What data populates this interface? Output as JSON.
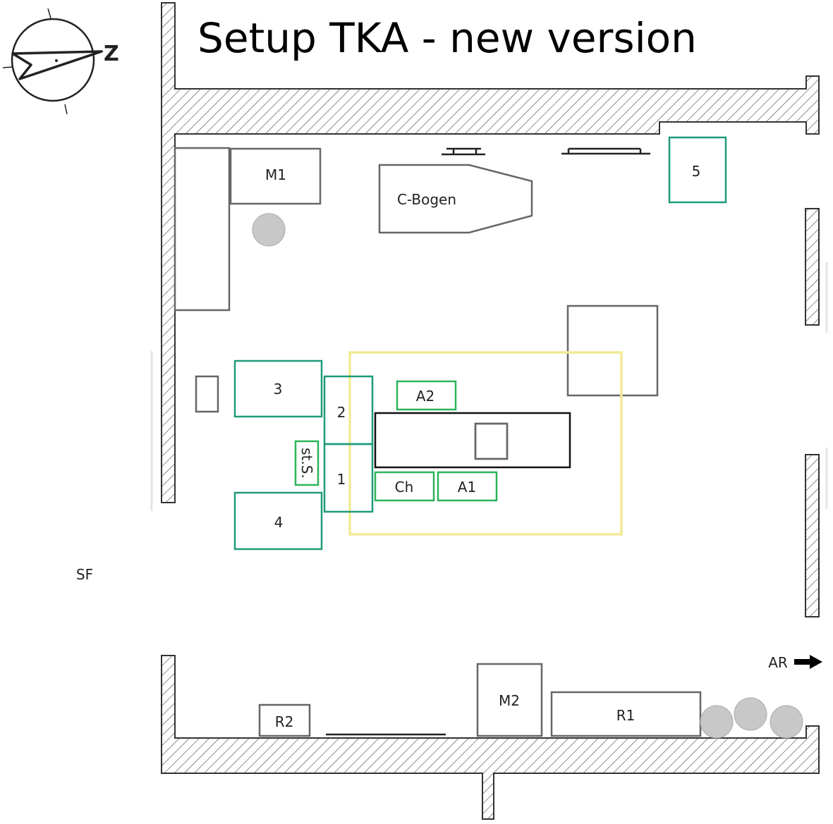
{
  "title": "Setup TKA - new version",
  "compass": {
    "north_letter": "Z"
  },
  "labels": {
    "m1": "M1",
    "c_bogen": "C-Bogen",
    "five": "5",
    "three": "3",
    "two": "2",
    "one": "1",
    "four": "4",
    "a2": "A2",
    "a1": "A1",
    "ch": "Ch",
    "sts": "st.S.",
    "sf": "SF",
    "ar": "AR",
    "m2": "M2",
    "r1": "R1",
    "r2": "R2"
  },
  "colors": {
    "wall_stroke": "#333333",
    "hatch": "#444444",
    "furniture_gray": "#666666",
    "teal_station": "#1f9a7a",
    "green_item": "#2cb35a",
    "sterile_zone_yellow": "#f2ea96",
    "table_black": "#111111",
    "circle_fill": "#c8c8c8"
  }
}
